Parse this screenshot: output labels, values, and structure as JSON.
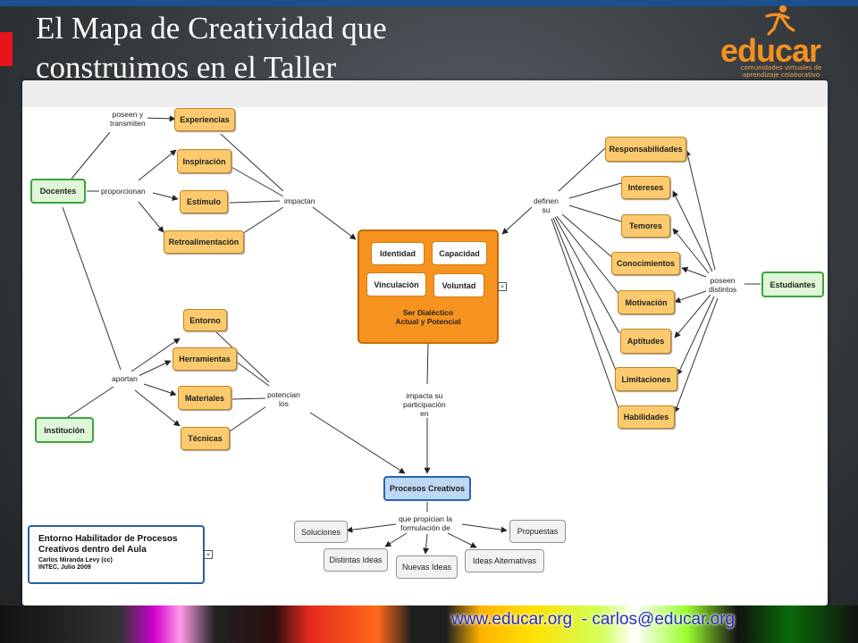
{
  "slide": {
    "title_line1": "El Mapa de Creatividad que",
    "title_line2": "construimos en el Taller",
    "footer": "www.educar.org  - carlos@educar.org",
    "colors": {
      "accent_red": "#e8141c",
      "top_bar": "#1b4f8e",
      "logo_orange": "#f4911e"
    }
  },
  "logo": {
    "word": "educar",
    "subtitle": "comunidades virtuales de aprendizaje colaborativo",
    "icon": "person-figure-icon"
  },
  "concept_map": {
    "nodes": {
      "docentes": "Docentes",
      "institucion": "Institución",
      "estudiantes": "Estudiantes",
      "experiencias": "Experiencias",
      "inspiracion": "Inspiración",
      "estimulo": "Estímulo",
      "retro": "Retroalimentación",
      "entorno": "Entorno",
      "herramientas": "Herramientas",
      "materiales": "Materiales",
      "tecnicas": "Técnicas",
      "responsabilidades": "Responsabilidades",
      "intereses": "Intereses",
      "temores": "Temores",
      "conocimientos": "Conocimientos",
      "motivacion": "Motivación",
      "aptitudes": "Aptitudes",
      "limitaciones": "Limitaciones",
      "habilidades": "Habilidades",
      "identidad": "Identidad",
      "capacidad": "Capacidad",
      "vinculacion": "Vinculación",
      "voluntad": "Voluntad",
      "ser": "Ser Dialéctico\nActual y Potencial",
      "procesos": "Procesos Creativos",
      "soluciones": "Soluciones",
      "propuestas": "Propuestas",
      "distintas": "Distintas Ideas",
      "nuevas": "Nuevas Ideas",
      "alternativas": "Ideas Alternativas"
    },
    "links": {
      "poseen_transmiten": "poseen y\ntransmiten",
      "proporcionan": "proporcionan",
      "impactan": "impactan",
      "aportan": "aportan",
      "potencian": "potencian\nlos",
      "definen": "definen\nsu",
      "poseen_distintos": "poseen\ndistintos",
      "impacta": "impacta su\nparticipación\nen",
      "propician": "que propician la\nformulación de"
    },
    "legend": {
      "title": "Entorno Habilitador de Procesos Creativos dentro del Aula",
      "author": "Carlos Miranda Levy (cc)",
      "place_date": "INTEC, Julio 2009"
    }
  }
}
